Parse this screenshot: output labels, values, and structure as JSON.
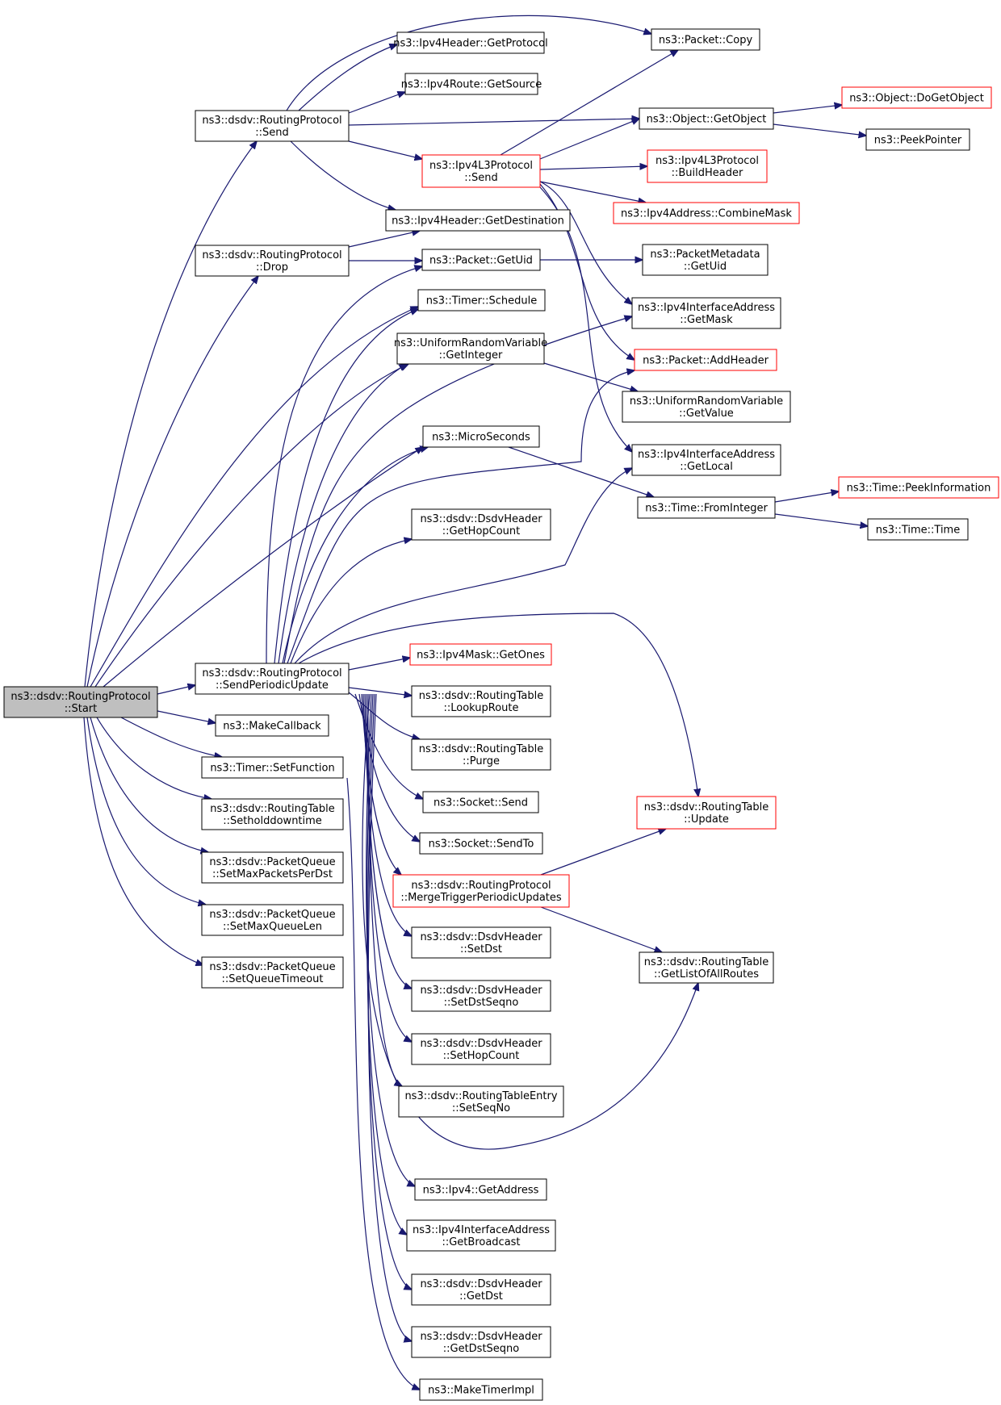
{
  "colors": {
    "edge": "#191970",
    "border": "#000000",
    "border_highlight": "#ff0000",
    "root_fill": "#bfbfbf"
  },
  "nodes": [
    {
      "id": "start",
      "lines": [
        "ns3::dsdv::RoutingProtocol",
        "::Start"
      ],
      "style": "root"
    },
    {
      "id": "rp_send",
      "lines": [
        "ns3::dsdv::RoutingProtocol",
        "::Send"
      ]
    },
    {
      "id": "rp_drop",
      "lines": [
        "ns3::dsdv::RoutingProtocol",
        "::Drop"
      ]
    },
    {
      "id": "rp_spu",
      "lines": [
        "ns3::dsdv::RoutingProtocol",
        "::SendPeriodicUpdate"
      ]
    },
    {
      "id": "makecb",
      "lines": [
        "ns3::MakeCallback"
      ]
    },
    {
      "id": "timer_setfn",
      "lines": [
        "ns3::Timer::SetFunction"
      ]
    },
    {
      "id": "rt_sethold",
      "lines": [
        "ns3::dsdv::RoutingTable",
        "::Setholddowntime"
      ]
    },
    {
      "id": "pq_maxpkts",
      "lines": [
        "ns3::dsdv::PacketQueue",
        "::SetMaxPacketsPerDst"
      ]
    },
    {
      "id": "pq_maxqlen",
      "lines": [
        "ns3::dsdv::PacketQueue",
        "::SetMaxQueueLen"
      ]
    },
    {
      "id": "pq_qtimeout",
      "lines": [
        "ns3::dsdv::PacketQueue",
        "::SetQueueTimeout"
      ]
    },
    {
      "id": "ipv4h_getproto",
      "lines": [
        "ns3::Ipv4Header::GetProtocol"
      ]
    },
    {
      "id": "ipv4route_getsrc",
      "lines": [
        "ns3::Ipv4Route::GetSource"
      ]
    },
    {
      "id": "ipv4l3_send",
      "lines": [
        "ns3::Ipv4L3Protocol",
        "::Send"
      ],
      "style": "red"
    },
    {
      "id": "ipv4h_getdst",
      "lines": [
        "ns3::Ipv4Header::GetDestination"
      ]
    },
    {
      "id": "pkt_getuid",
      "lines": [
        "ns3::Packet::GetUid"
      ]
    },
    {
      "id": "timer_sched",
      "lines": [
        "ns3::Timer::Schedule"
      ]
    },
    {
      "id": "urv_getint",
      "lines": [
        "ns3::UniformRandomVariable",
        "::GetInteger"
      ]
    },
    {
      "id": "microsec",
      "lines": [
        "ns3::MicroSeconds"
      ]
    },
    {
      "id": "dh_gethop",
      "lines": [
        "ns3::dsdv::DsdvHeader",
        "::GetHopCount"
      ]
    },
    {
      "id": "ipv4mask_ones",
      "lines": [
        "ns3::Ipv4Mask::GetOnes"
      ],
      "style": "red"
    },
    {
      "id": "rt_lookup",
      "lines": [
        "ns3::dsdv::RoutingTable",
        "::LookupRoute"
      ]
    },
    {
      "id": "rt_purge",
      "lines": [
        "ns3::dsdv::RoutingTable",
        "::Purge"
      ]
    },
    {
      "id": "sock_send",
      "lines": [
        "ns3::Socket::Send"
      ]
    },
    {
      "id": "sock_sendto",
      "lines": [
        "ns3::Socket::SendTo"
      ]
    },
    {
      "id": "rp_merge",
      "lines": [
        "ns3::dsdv::RoutingProtocol",
        "::MergeTriggerPeriodicUpdates"
      ],
      "style": "red"
    },
    {
      "id": "dh_setdst",
      "lines": [
        "ns3::dsdv::DsdvHeader",
        "::SetDst"
      ]
    },
    {
      "id": "dh_setdstseq",
      "lines": [
        "ns3::dsdv::DsdvHeader",
        "::SetDstSeqno"
      ]
    },
    {
      "id": "dh_sethop",
      "lines": [
        "ns3::dsdv::DsdvHeader",
        "::SetHopCount"
      ]
    },
    {
      "id": "rte_setseq",
      "lines": [
        "ns3::dsdv::RoutingTableEntry",
        "::SetSeqNo"
      ]
    },
    {
      "id": "ipv4_getaddr",
      "lines": [
        "ns3::Ipv4::GetAddress"
      ]
    },
    {
      "id": "iia_getbcast",
      "lines": [
        "ns3::Ipv4InterfaceAddress",
        "::GetBroadcast"
      ]
    },
    {
      "id": "dh_getdst",
      "lines": [
        "ns3::dsdv::DsdvHeader",
        "::GetDst"
      ]
    },
    {
      "id": "dh_getdstseq",
      "lines": [
        "ns3::dsdv::DsdvHeader",
        "::GetDstSeqno"
      ]
    },
    {
      "id": "maketimerimpl",
      "lines": [
        "ns3::MakeTimerImpl"
      ]
    },
    {
      "id": "pkt_copy",
      "lines": [
        "ns3::Packet::Copy"
      ]
    },
    {
      "id": "obj_getobj",
      "lines": [
        "ns3::Object::GetObject"
      ]
    },
    {
      "id": "ipv4l3_buildhdr",
      "lines": [
        "ns3::Ipv4L3Protocol",
        "::BuildHeader"
      ],
      "style": "red"
    },
    {
      "id": "ipv4addr_combine",
      "lines": [
        "ns3::Ipv4Address::CombineMask"
      ],
      "style": "red"
    },
    {
      "id": "pm_getuid",
      "lines": [
        "ns3::PacketMetadata",
        "::GetUid"
      ]
    },
    {
      "id": "iia_getmask",
      "lines": [
        "ns3::Ipv4InterfaceAddress",
        "::GetMask"
      ]
    },
    {
      "id": "pkt_addhdr",
      "lines": [
        "ns3::Packet::AddHeader"
      ],
      "style": "red"
    },
    {
      "id": "urv_getval",
      "lines": [
        "ns3::UniformRandomVariable",
        "::GetValue"
      ]
    },
    {
      "id": "iia_getlocal",
      "lines": [
        "ns3::Ipv4InterfaceAddress",
        "::GetLocal"
      ]
    },
    {
      "id": "time_fromint",
      "lines": [
        "ns3::Time::FromInteger"
      ]
    },
    {
      "id": "rt_update",
      "lines": [
        "ns3::dsdv::RoutingTable",
        "::Update"
      ],
      "style": "red"
    },
    {
      "id": "rt_getall",
      "lines": [
        "ns3::dsdv::RoutingTable",
        "::GetListOfAllRoutes"
      ]
    },
    {
      "id": "obj_dogetobj",
      "lines": [
        "ns3::Object::DoGetObject"
      ],
      "style": "red"
    },
    {
      "id": "peekptr",
      "lines": [
        "ns3::PeekPointer"
      ]
    },
    {
      "id": "time_peekinfo",
      "lines": [
        "ns3::Time::PeekInformation"
      ],
      "style": "red"
    },
    {
      "id": "time_time",
      "lines": [
        "ns3::Time::Time"
      ]
    }
  ]
}
